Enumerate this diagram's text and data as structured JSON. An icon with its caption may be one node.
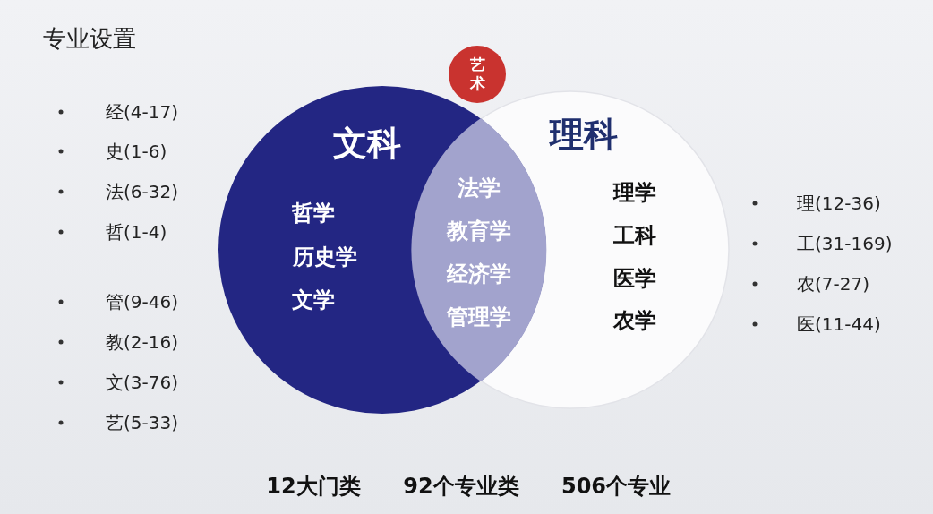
{
  "diagram": {
    "title": "专业设置",
    "nodes": [
      {
        "text": [
          "文科",
          "哲学",
          "历史学",
          "文学"
        ]
      },
      {
        "text": [
          "理科",
          "理学",
          "工科",
          "医学",
          "农学"
        ]
      },
      {
        "text": [
          "法学",
          "教育学",
          "经济学",
          "管理学"
        ]
      },
      {
        "text": [
          "艺术"
        ]
      }
    ],
    "edges": [],
    "labels": [
      "经(4-17)",
      "史(1-6)",
      "法(6-32)",
      "哲(1-4)",
      "管(9-46)",
      "教(2-16)",
      "文(3-76)",
      "艺(5-33)",
      "理(12-36)",
      "工(31-169)",
      "农(7-27)",
      "医(11-44)",
      "12大门类",
      "92个专业类",
      "506个专业"
    ]
  }
}
